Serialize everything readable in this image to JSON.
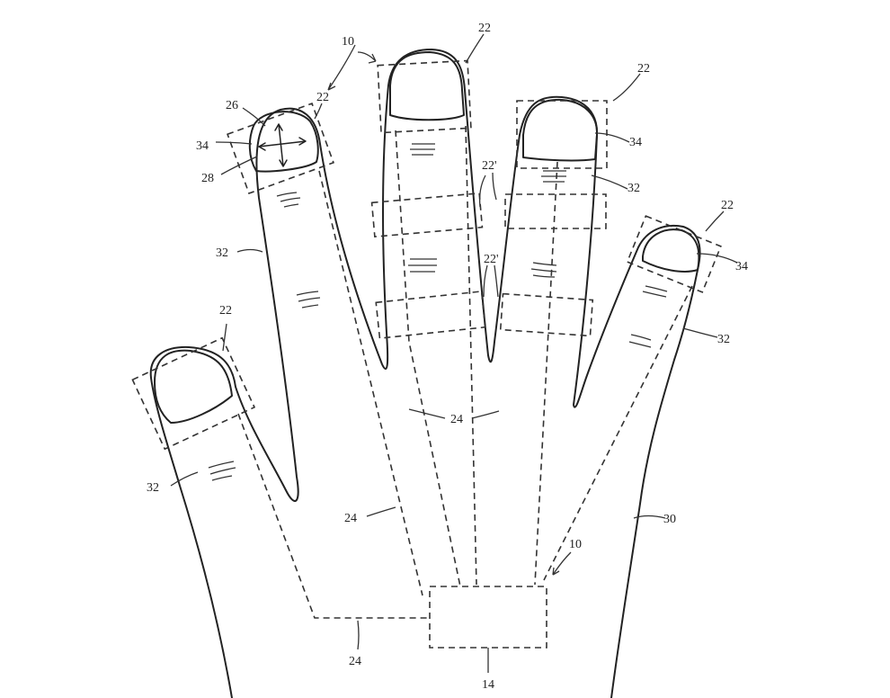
{
  "figure": {
    "reference_numerals": {
      "device_top": "10",
      "device_bottom": "10",
      "sensor_middle": "22",
      "sensor_ring": "22",
      "arrow_26": "26",
      "nail_ring": "34",
      "arrow_28": "28",
      "sensor_index": "22",
      "nail_index": "34",
      "finger_index": "32",
      "segment_upper": "22'",
      "segment_lower": "22'",
      "sensor_thumb": "22",
      "nail_thumb": "34",
      "finger_ring": "32",
      "sensor_pinky": "22",
      "finger_pinky": "32",
      "wire_middle": "24",
      "wire_ring": "24",
      "finger_thumb": "32",
      "palm": "30",
      "wire_pinky": "24",
      "control_unit": "14"
    }
  }
}
